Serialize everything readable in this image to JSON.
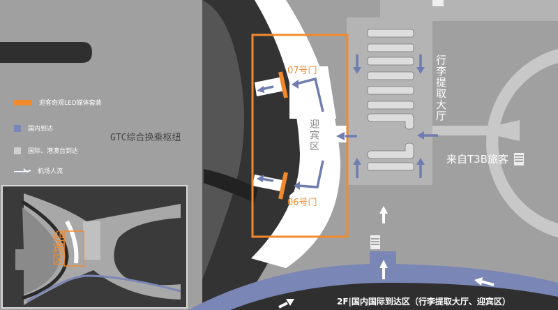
{
  "colors": {
    "background": "#a0a0a0",
    "dark": "#2f2f2f",
    "domestic": "#7a86b5",
    "intl": "#d0d0d0",
    "led": "#f28a2c",
    "hall": "#b4b4b4"
  },
  "legend": [
    {
      "label": "迎客奇观LED媒体套装",
      "swatch": "orange-bar"
    },
    {
      "label": "国内到达",
      "swatch": "blue-square"
    },
    {
      "label": "国际、港澳台到达",
      "swatch": "light-gray-square"
    },
    {
      "label": "机场人流",
      "swatch": "white-arrow"
    }
  ],
  "labels": {
    "gtc": "GTC综合换乘枢纽",
    "gate07": "07号门",
    "gate06": "06号门",
    "welcome_area": "迎宾区",
    "baggage_hall": "行李提取大厅",
    "from_t3b": "来自T3B旅客",
    "bottom_area": "2F|国内国际到达区（行李提取大厅、迎宾区）"
  },
  "inset": {
    "welcome_area": "迎宾区"
  }
}
